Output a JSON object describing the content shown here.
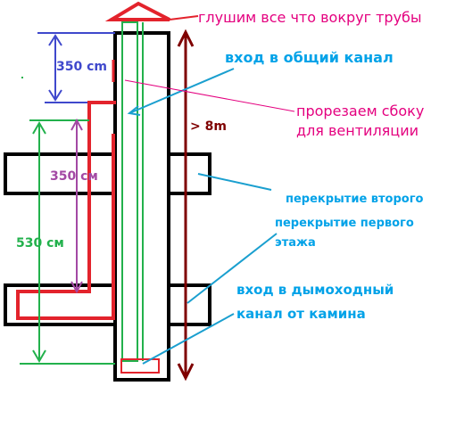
{
  "labels": {
    "top_note": "глушим все что вокруг трубы",
    "entry_common": "вход в общий канал",
    "cut_side_line1": "прорезаем сбоку",
    "cut_side_line2": "для вентиляции",
    "height_total": "> 8m",
    "dim_top": "350 cm",
    "dim_middle": "350 см",
    "dim_left": "530 см",
    "floor2": "перекрытие второго",
    "floor1_line1": "перекрытие первого",
    "floor1_line2": "этажа",
    "entry_chimney_line1": "вход в дымоходный",
    "entry_chimney_line2": "канал от камина"
  },
  "colors": {
    "red": "#e3232c",
    "green": "#22b14c",
    "dark_red": "#7f0000",
    "blue_dim": "#3f48cc",
    "purple": "#a349a4",
    "cyan": "#1a9fcf",
    "cyan_text": "#00a2e8",
    "magenta": "#e4007f",
    "black": "#000000"
  }
}
